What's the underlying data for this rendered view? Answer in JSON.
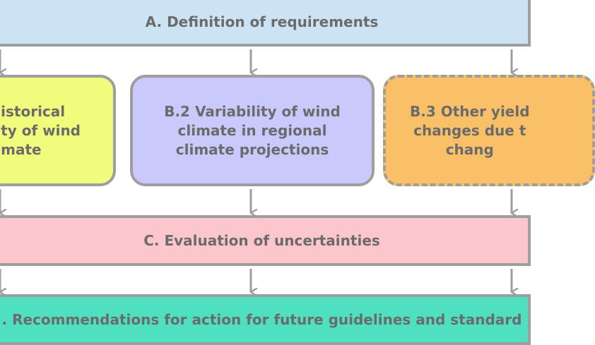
{
  "diagram": {
    "box_a": {
      "label": "A. Definition of requirements"
    },
    "box_b1": {
      "label": "istorical\nty of wind\nmate"
    },
    "box_b2": {
      "label": "B.2 Variability of wind\nclimate in regional\nclimate projections"
    },
    "box_b3": {
      "label": "B.3 Other yield\nchanges due t\nchang"
    },
    "box_c": {
      "label": "C. Evaluation of uncertainties"
    },
    "box_d": {
      "label": ". Recommendations for action for future guidelines and standard"
    }
  },
  "colors": {
    "box_a": "#cbe3f3",
    "box_b1": "#f2fc7c",
    "box_b2": "#c9c9fc",
    "box_b3": "#fac068",
    "box_c": "#fcc7cc",
    "box_d": "#4ee0c0",
    "border": "#9e9e9e",
    "text": "#6b6b6b",
    "arrow": "#9e9e9e"
  }
}
